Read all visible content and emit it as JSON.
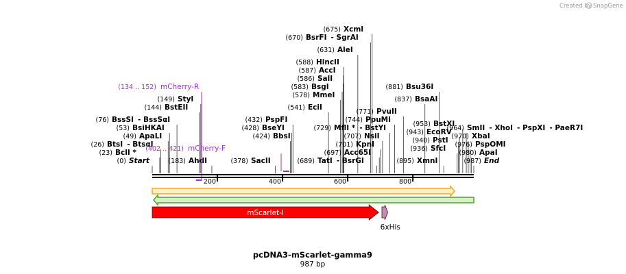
{
  "credit": {
    "prefix": "Created by",
    "brand": "SnapGene"
  },
  "plasmid": {
    "name": "pcDNA3-mScarlet-gamma9",
    "size_label": "987 bp",
    "length": 987
  },
  "ticks": [
    {
      "pos": 200,
      "label": "200"
    },
    {
      "pos": 400,
      "label": "400"
    },
    {
      "pos": 600,
      "label": "600"
    },
    {
      "pos": 800,
      "label": "800"
    }
  ],
  "sites": [
    {
      "pos": 0,
      "pos_label": "(0)",
      "name": "Start",
      "italic": true
    },
    {
      "pos": 23,
      "pos_label": "(23)",
      "name": "BclI *"
    },
    {
      "pos": 26,
      "pos_label": "(26)",
      "name": "BtsI",
      "name2": "- BtsαI"
    },
    {
      "pos": 49,
      "pos_label": "(49)",
      "name": "ApaLI"
    },
    {
      "pos": 53,
      "pos_label": "(53)",
      "name": "BsiHKAI"
    },
    {
      "pos": 76,
      "pos_label": "(76)",
      "name": "BssSI",
      "name2": "- BssSαI"
    },
    {
      "pos": 144,
      "pos_label": "(144)",
      "name": "BstEII"
    },
    {
      "pos": 149,
      "pos_label": "(149)",
      "name": "StyI"
    },
    {
      "pos": 183,
      "pos_label": "(183)",
      "name": "AhdI"
    },
    {
      "pos": 378,
      "pos_label": "(378)",
      "name": "SacII"
    },
    {
      "pos": 424,
      "pos_label": "(424)",
      "name": "BbsI"
    },
    {
      "pos": 428,
      "pos_label": "(428)",
      "name": "BseYI"
    },
    {
      "pos": 432,
      "pos_label": "(432)",
      "name": "PspFI"
    },
    {
      "pos": 541,
      "pos_label": "(541)",
      "name": "EciI"
    },
    {
      "pos": 578,
      "pos_label": "(578)",
      "name": "MmeI"
    },
    {
      "pos": 583,
      "pos_label": "(583)",
      "name": "BsgI"
    },
    {
      "pos": 586,
      "pos_label": "(586)",
      "name": "SalI"
    },
    {
      "pos": 587,
      "pos_label": "(587)",
      "name": "AccI"
    },
    {
      "pos": 588,
      "pos_label": "(588)",
      "name": "HincII"
    },
    {
      "pos": 631,
      "pos_label": "(631)",
      "name": "AleI"
    },
    {
      "pos": 670,
      "pos_label": "(670)",
      "name": "BsrFI",
      "name2": "- SgrAI"
    },
    {
      "pos": 675,
      "pos_label": "(675)",
      "name": "XcmI"
    },
    {
      "pos": 689,
      "pos_label": "(689)",
      "name": "TatI",
      "name2": "- BsrGI"
    },
    {
      "pos": 697,
      "pos_label": "(697)",
      "name": "Acc65I"
    },
    {
      "pos": 701,
      "pos_label": "(701)",
      "name": "KpnI"
    },
    {
      "pos": 707,
      "pos_label": "(707)",
      "name": "NsiI"
    },
    {
      "pos": 729,
      "pos_label": "(729)",
      "name": "MflI *",
      "name2": "- BstYI"
    },
    {
      "pos": 744,
      "pos_label": "(744)",
      "name": "PpuMI"
    },
    {
      "pos": 771,
      "pos_label": "(771)",
      "name": "PvuII"
    },
    {
      "pos": 837,
      "pos_label": "(837)",
      "name": "BsaAI"
    },
    {
      "pos": 881,
      "pos_label": "(881)",
      "name": "Bsu36I"
    },
    {
      "pos": 895,
      "pos_label": "(895)",
      "name": "XmnI"
    },
    {
      "pos": 936,
      "pos_label": "(936)",
      "name": "SfcI"
    },
    {
      "pos": 940,
      "pos_label": "(940)",
      "name": "PstI"
    },
    {
      "pos": 943,
      "pos_label": "(943)",
      "name": "EcoRV"
    },
    {
      "pos": 953,
      "pos_label": "(953)",
      "name": "BstXI"
    },
    {
      "pos": 964,
      "pos_label": "(964)",
      "name": "SmII",
      "name2": "- XhoI",
      "name3": "- PspXI",
      "name4": "- PaeR7I"
    },
    {
      "pos": 970,
      "pos_label": "(970)",
      "name": "XbaI"
    },
    {
      "pos": 976,
      "pos_label": "(976)",
      "name": "PspOMI"
    },
    {
      "pos": 980,
      "pos_label": "(980)",
      "name": "ApaI"
    },
    {
      "pos": 987,
      "pos_label": "(987)",
      "name": "End",
      "italic": true
    }
  ],
  "primers": [
    {
      "name": "mCherry-R",
      "range_label": "(134 .. 152)",
      "start": 134,
      "end": 152,
      "strand": "reverse"
    },
    {
      "name": "mCherry-F",
      "range_label": "(402 .. 421)",
      "start": 402,
      "end": 421,
      "strand": "forward"
    }
  ],
  "features": [
    {
      "name": "mScarlet-I",
      "start": 0,
      "end": 695,
      "color": "#ff0000",
      "direction": "forward"
    },
    {
      "name": "6xHis",
      "start": 705,
      "end": 723,
      "color": "#c08fb0",
      "direction": "forward"
    }
  ],
  "strands": {
    "forward_color": "#f5a623",
    "forward_fill": "#fff2c8",
    "reverse_color": "#44aa22",
    "reverse_fill": "#d7f0c8"
  }
}
